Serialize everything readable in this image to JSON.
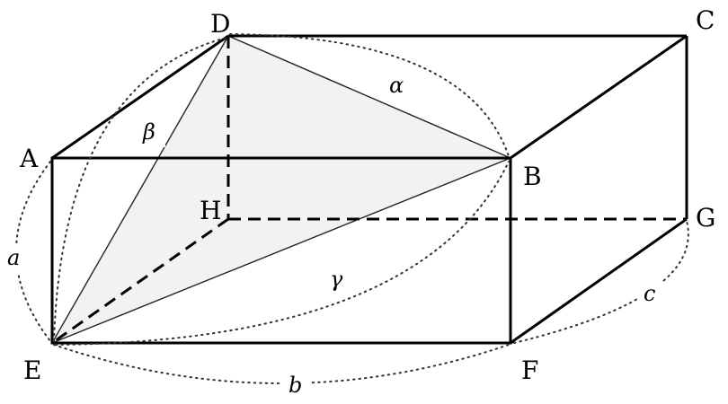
{
  "vertices": {
    "A": "A",
    "B": "B",
    "C": "C",
    "D": "D",
    "E": "E",
    "F": "F",
    "G": "G",
    "H": "H"
  },
  "measures": {
    "a": "a",
    "b": "b",
    "c": "c",
    "alpha": "α",
    "beta": "β",
    "gamma": "γ"
  }
}
